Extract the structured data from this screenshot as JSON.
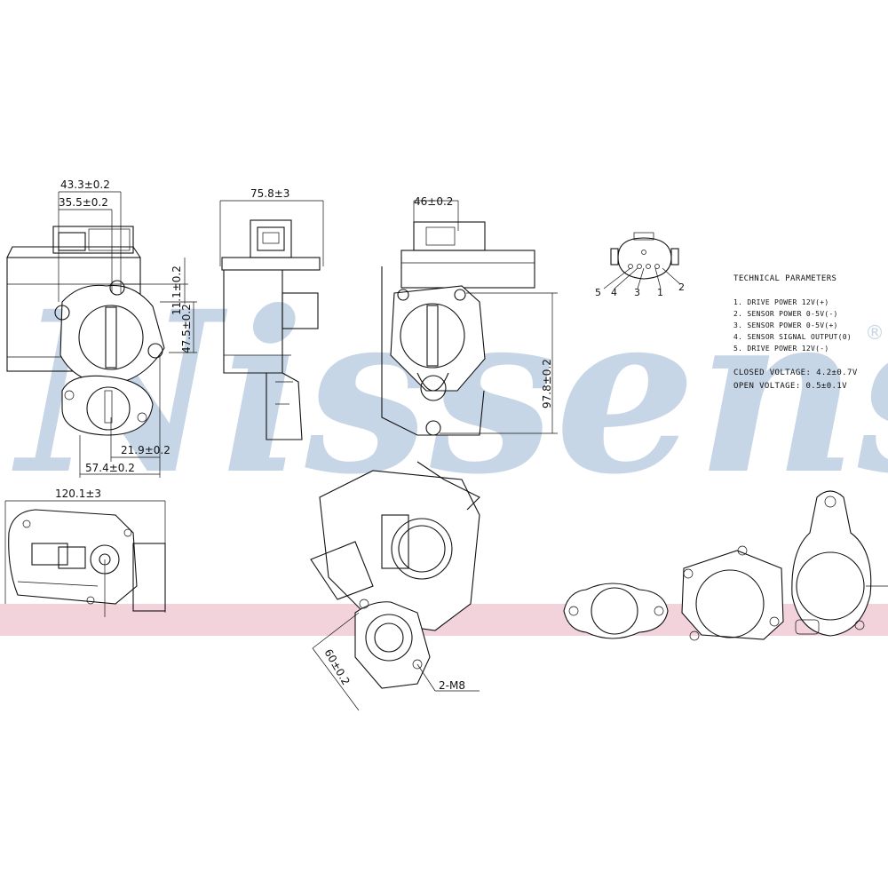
{
  "brand": {
    "watermark_text": "Nissens",
    "registered_mark": "®",
    "watermark_color": "#c7d6e6",
    "band_color": "#f2d3db"
  },
  "dimensions": {
    "d_43_3": "43.3±0.2",
    "d_35_5": "35.5±0.2",
    "d_11_1": "11.1±0.2",
    "d_47_5": "47.5±0.2",
    "d_21_9": "21.9±0.2",
    "d_57_4": "57.4±0.2",
    "d_75_8": "75.8±3",
    "d_46": "46±0.2",
    "d_97_8": "97.8±0.2",
    "d_120_1": "120.1±3",
    "d_60": "60±0.2",
    "bolt": "2-M8"
  },
  "connector_pins": [
    "5",
    "4",
    "3",
    "1",
    "2"
  ],
  "technical": {
    "title": "TECHNICAL PARAMETERS",
    "items": [
      "1.  DRIVE POWER 12V(+)",
      "2.  SENSOR POWER 0-5V(-)",
      "3.  SENSOR POWER 0-5V(+)",
      "4.  SENSOR SIGNAL OUTPUT(0)",
      "5.  DRIVE POWER 12V(-)"
    ],
    "closed_voltage": "CLOSED VOLTAGE: 4.2±0.7V",
    "open_voltage": "OPEN VOLTAGE: 0.5±0.1V"
  }
}
